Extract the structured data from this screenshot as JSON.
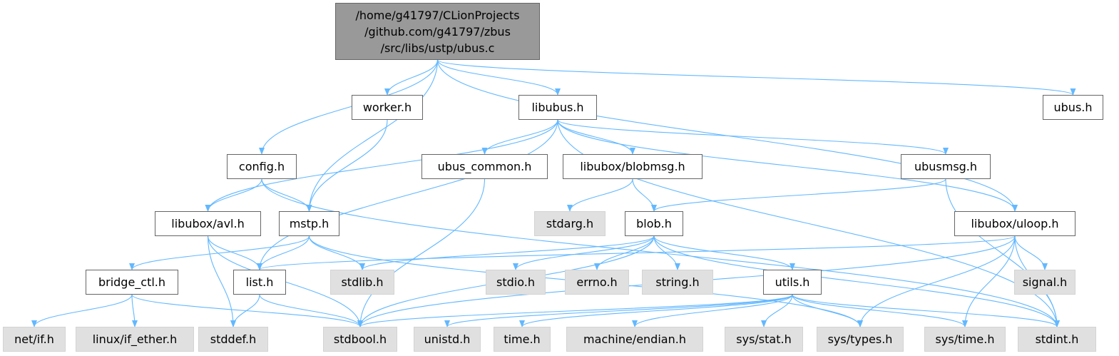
{
  "colors": {
    "edge": "#63b8ff",
    "root_fill": "#999999",
    "system_fill": "#e0e0e0",
    "node_border": "#666666",
    "system_border": "#d3d3d3"
  },
  "nodes": {
    "root": {
      "lines": [
        "/home/g41797/CLionProjects",
        "/github.com/g41797/zbus",
        "/src/libs/ustp/ubus.c"
      ]
    },
    "worker": {
      "label": "worker.h"
    },
    "libubus": {
      "label": "libubus.h"
    },
    "ubus": {
      "label": "ubus.h"
    },
    "config": {
      "label": "config.h"
    },
    "ubus_common": {
      "label": "ubus_common.h"
    },
    "blobmsg": {
      "label": "libubox/blobmsg.h"
    },
    "ubusmsg": {
      "label": "ubusmsg.h"
    },
    "avl": {
      "label": "libubox/avl.h"
    },
    "mstp": {
      "label": "mstp.h"
    },
    "stdarg": {
      "label": "stdarg.h"
    },
    "blob": {
      "label": "blob.h"
    },
    "uloop": {
      "label": "libubox/uloop.h"
    },
    "bridge_ctl": {
      "label": "bridge_ctl.h"
    },
    "list": {
      "label": "list.h"
    },
    "stdlib": {
      "label": "stdlib.h"
    },
    "stdio": {
      "label": "stdio.h"
    },
    "errno": {
      "label": "errno.h"
    },
    "string": {
      "label": "string.h"
    },
    "utils": {
      "label": "utils.h"
    },
    "signal": {
      "label": "signal.h"
    },
    "netif": {
      "label": "net/if.h"
    },
    "ifether": {
      "label": "linux/if_ether.h"
    },
    "stddef": {
      "label": "stddef.h"
    },
    "stdbool": {
      "label": "stdbool.h"
    },
    "unistd": {
      "label": "unistd.h"
    },
    "time": {
      "label": "time.h"
    },
    "endian": {
      "label": "machine/endian.h"
    },
    "sysstat": {
      "label": "sys/stat.h"
    },
    "systypes": {
      "label": "sys/types.h"
    },
    "systime": {
      "label": "sys/time.h"
    },
    "stdint": {
      "label": "stdint.h"
    }
  },
  "edges": [
    [
      "root",
      "config"
    ],
    [
      "root",
      "mstp"
    ],
    [
      "root",
      "worker"
    ],
    [
      "root",
      "libubus"
    ],
    [
      "root",
      "uloop"
    ],
    [
      "root",
      "ubus"
    ],
    [
      "worker",
      "mstp"
    ],
    [
      "libubus",
      "avl"
    ],
    [
      "libubus",
      "list"
    ],
    [
      "libubus",
      "ubus_common"
    ],
    [
      "libubus",
      "blobmsg"
    ],
    [
      "libubus",
      "ubusmsg"
    ],
    [
      "libubus",
      "uloop"
    ],
    [
      "libubus",
      "stdint"
    ],
    [
      "config",
      "avl"
    ],
    [
      "config",
      "mstp"
    ],
    [
      "config",
      "stdint"
    ],
    [
      "ubus_common",
      "stdbool"
    ],
    [
      "blobmsg",
      "stdarg"
    ],
    [
      "blobmsg",
      "blob"
    ],
    [
      "ubusmsg",
      "blob"
    ],
    [
      "ubusmsg",
      "stdint"
    ],
    [
      "avl",
      "list"
    ],
    [
      "avl",
      "stddef"
    ],
    [
      "avl",
      "stdbool"
    ],
    [
      "mstp",
      "bridge_ctl"
    ],
    [
      "mstp",
      "list"
    ],
    [
      "mstp",
      "stdlib"
    ],
    [
      "mstp",
      "systypes"
    ],
    [
      "blob",
      "stdbool"
    ],
    [
      "blob",
      "stdlib"
    ],
    [
      "blob",
      "stdio"
    ],
    [
      "blob",
      "errno"
    ],
    [
      "blob",
      "string"
    ],
    [
      "blob",
      "utils"
    ],
    [
      "blob",
      "stdint"
    ],
    [
      "uloop",
      "list"
    ],
    [
      "uloop",
      "stdbool"
    ],
    [
      "uloop",
      "systypes"
    ],
    [
      "uloop",
      "stdint"
    ],
    [
      "uloop",
      "signal"
    ],
    [
      "uloop",
      "systime"
    ],
    [
      "bridge_ctl",
      "netif"
    ],
    [
      "bridge_ctl",
      "ifether"
    ],
    [
      "bridge_ctl",
      "stdbool"
    ],
    [
      "list",
      "stddef"
    ],
    [
      "list",
      "stdbool"
    ],
    [
      "utils",
      "stdbool"
    ],
    [
      "utils",
      "unistd"
    ],
    [
      "utils",
      "time"
    ],
    [
      "utils",
      "endian"
    ],
    [
      "utils",
      "sysstat"
    ],
    [
      "utils",
      "systypes"
    ],
    [
      "utils",
      "systime"
    ],
    [
      "utils",
      "stdint"
    ]
  ]
}
